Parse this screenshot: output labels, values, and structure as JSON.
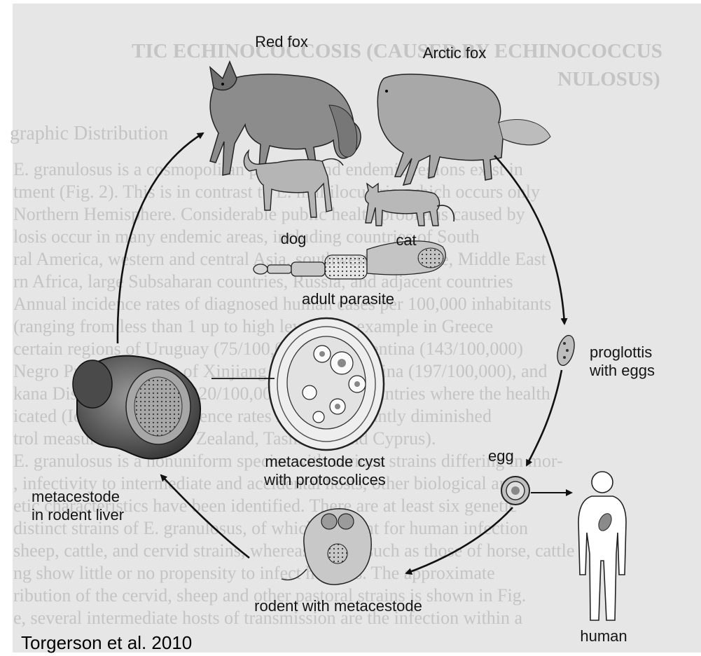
{
  "background_text": {
    "heading_line1": "TIC ECHINOCOCCOSIS (CAUSED BY ECHINOCOCCUS",
    "heading_line2": "NULOSUS)",
    "subheading": "graphic Distribution",
    "lines": [
      "E. granulosus is a cosmopolitan parasite, and endemic regions exist in",
      "tment (Fig. 2). This is in contrast to E. multilocularis, which occurs only",
      "Northern Hemisphere. Considerable public health problems caused by",
      "losis occur in many endemic areas, including countries of South",
      "ral America, western and central Asia, southwestern Europe, Middle East",
      "rn Africa, large Subsaharan countries, Russia, and adjacent countries",
      "Annual incidence rates of diagnosed human cases per 100,000 inhabitants",
      "(ranging from less than 1 up to high levels, for example in Greece",
      "certain regions of Uruguay (75/100,000) and Argentina (143/100,000)",
      "Negro Province), parts of Xinjiang Province of China (197/100,000), and",
      "kana District of Kenya (220/100,000). In some countries where the health",
      "icated (Iceland), the incidence rates have significantly diminished",
      "trol measures (e.g., New Zealand, Tasmania, and Cyprus).",
      "E. granulosus is a nonuniform species with various strains differing in mor-",
      ", infectivity to intermediate and accidental hosts, other biological and",
      "etic characteristics have been identified. There are at least six genetic",
      "distinct strains of E. granulosus, of which relevant for human infection",
      "sheep, cattle, and cervid strains, whereas strains such as those of horse, cattle",
      "ng show little or no propensity to infect humans. The approximate",
      "ribution of the cervid, sheep and other pastoral strains is shown in Fig.",
      "e, several intermediate hosts of transmission are the infection within a"
    ]
  },
  "labels": {
    "red_fox": "Red fox",
    "arctic_fox": "Arctic fox",
    "dog": "dog",
    "cat": "cat",
    "adult_parasite": "adult parasite",
    "proglottis_line1": "proglottis",
    "proglottis_line2": "with eggs",
    "cyst_line1": "metacestode cyst",
    "cyst_line2": "with protoscolices",
    "egg": "egg",
    "metacestode_line1": "metacestode",
    "metacestode_line2": "in rodent liver",
    "rodent": "rodent with metacestode",
    "human": "human"
  },
  "citation": "Torgerson et al. 2010"
}
